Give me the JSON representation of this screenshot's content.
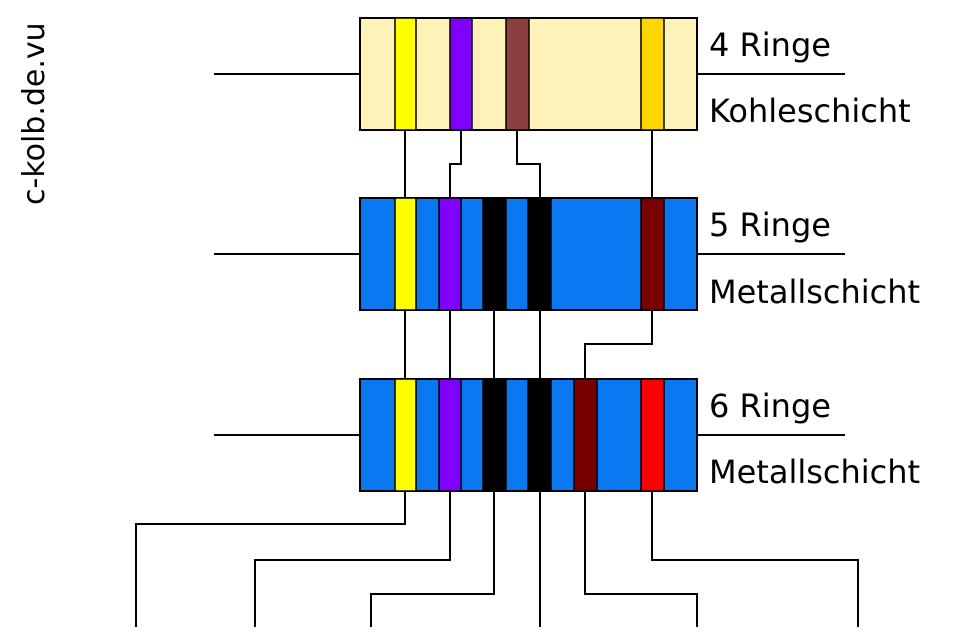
{
  "watermark": "c-kolb.de.vu",
  "colors": {
    "carbon_body": "#fff2b8",
    "metal_body": "#0a78f0",
    "yellow": "#ffff00",
    "violet": "#8000ff",
    "brown": "#8b4040",
    "gold": "#ffd700",
    "black": "#000000",
    "darkred": "#7a0000",
    "red": "#ff0000"
  },
  "resistors": [
    {
      "rings_label": "4 Ringe",
      "type_label": "Kohleschicht",
      "body_color": "carbon_body",
      "bands": [
        "yellow",
        "violet",
        "brown",
        "gold"
      ]
    },
    {
      "rings_label": "5 Ringe",
      "type_label": "Metallschicht",
      "body_color": "metal_body",
      "bands": [
        "yellow",
        "violet",
        "black",
        "black",
        "darkred"
      ]
    },
    {
      "rings_label": "6 Ringe",
      "type_label": "Metallschicht",
      "body_color": "metal_body",
      "bands": [
        "yellow",
        "violet",
        "black",
        "black",
        "darkred",
        "red"
      ]
    }
  ]
}
